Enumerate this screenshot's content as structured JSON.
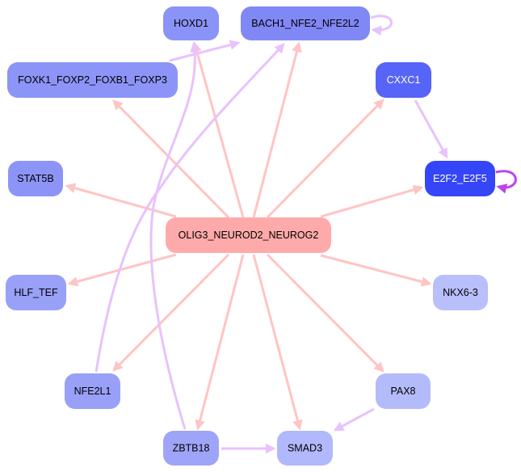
{
  "graph": {
    "type": "directed-network",
    "colors": {
      "edge_regulatory": "#ffc4c4",
      "edge_interaction": "#e8c2fc",
      "edge_self_strong": "#bb44ee",
      "hub_fill": "#ffaaaa"
    },
    "nodes": [
      {
        "id": "HOXD1",
        "label": "HOXD1",
        "fill": "#8a93f7",
        "text": "#000000"
      },
      {
        "id": "BACH1_NFE2_NFE2L2",
        "label": "BACH1_NFE2_NFE2L2",
        "fill": "#8088f6",
        "text": "#000000"
      },
      {
        "id": "FOXK1_FOXP2_FOXB1_FOXP3",
        "label": "FOXK1_FOXP2_FOXB1_FOXP3",
        "fill": "#8c95f7",
        "text": "#000000"
      },
      {
        "id": "CXXC1",
        "label": "CXXC1",
        "fill": "#5764f8",
        "text": "#ffffff"
      },
      {
        "id": "STAT5B",
        "label": "STAT5B",
        "fill": "#8c95f7",
        "text": "#000000"
      },
      {
        "id": "E2F2_E2F5",
        "label": "E2F2_E2F5",
        "fill": "#3545f8",
        "text": "#ffffff"
      },
      {
        "id": "OLIG3_NEUROD2_NEUROG2",
        "label": "OLIG3_NEUROD2_NEUROG2",
        "fill": "#ffaaaa",
        "text": "#000000"
      },
      {
        "id": "HLF_TEF",
        "label": "HLF_TEF",
        "fill": "#98a0f8",
        "text": "#000000"
      },
      {
        "id": "NKX6-3",
        "label": "NKX6-3",
        "fill": "#b8bffb",
        "text": "#000000"
      },
      {
        "id": "NFE2L1",
        "label": "NFE2L1",
        "fill": "#98a0f8",
        "text": "#000000"
      },
      {
        "id": "PAX8",
        "label": "PAX8",
        "fill": "#b4bbfb",
        "text": "#000000"
      },
      {
        "id": "ZBTB18",
        "label": "ZBTB18",
        "fill": "#9ea5f8",
        "text": "#000000"
      },
      {
        "id": "SMAD3",
        "label": "SMAD3",
        "fill": "#b1b8fb",
        "text": "#000000"
      }
    ],
    "edges": [
      {
        "from": "OLIG3_NEUROD2_NEUROG2",
        "to": "HOXD1",
        "kind": "regulatory"
      },
      {
        "from": "OLIG3_NEUROD2_NEUROG2",
        "to": "BACH1_NFE2_NFE2L2",
        "kind": "regulatory"
      },
      {
        "from": "OLIG3_NEUROD2_NEUROG2",
        "to": "FOXK1_FOXP2_FOXB1_FOXP3",
        "kind": "regulatory"
      },
      {
        "from": "OLIG3_NEUROD2_NEUROG2",
        "to": "CXXC1",
        "kind": "regulatory"
      },
      {
        "from": "OLIG3_NEUROD2_NEUROG2",
        "to": "STAT5B",
        "kind": "regulatory"
      },
      {
        "from": "OLIG3_NEUROD2_NEUROG2",
        "to": "E2F2_E2F5",
        "kind": "regulatory"
      },
      {
        "from": "OLIG3_NEUROD2_NEUROG2",
        "to": "HLF_TEF",
        "kind": "regulatory"
      },
      {
        "from": "OLIG3_NEUROD2_NEUROG2",
        "to": "NKX6-3",
        "kind": "regulatory"
      },
      {
        "from": "OLIG3_NEUROD2_NEUROG2",
        "to": "NFE2L1",
        "kind": "regulatory"
      },
      {
        "from": "OLIG3_NEUROD2_NEUROG2",
        "to": "PAX8",
        "kind": "regulatory"
      },
      {
        "from": "OLIG3_NEUROD2_NEUROG2",
        "to": "ZBTB18",
        "kind": "regulatory"
      },
      {
        "from": "OLIG3_NEUROD2_NEUROG2",
        "to": "SMAD3",
        "kind": "regulatory"
      },
      {
        "from": "FOXK1_FOXP2_FOXB1_FOXP3",
        "to": "BACH1_NFE2_NFE2L2",
        "kind": "interaction"
      },
      {
        "from": "NFE2L1",
        "to": "BACH1_NFE2_NFE2L2",
        "kind": "interaction"
      },
      {
        "from": "ZBTB18",
        "to": "HOXD1",
        "kind": "interaction"
      },
      {
        "from": "CXXC1",
        "to": "E2F2_E2F5",
        "kind": "interaction"
      },
      {
        "from": "PAX8",
        "to": "SMAD3",
        "kind": "interaction"
      },
      {
        "from": "ZBTB18",
        "to": "SMAD3",
        "kind": "interaction"
      },
      {
        "from": "BACH1_NFE2_NFE2L2",
        "to": "BACH1_NFE2_NFE2L2",
        "kind": "self-interaction"
      },
      {
        "from": "E2F2_E2F5",
        "to": "E2F2_E2F5",
        "kind": "self-strong"
      }
    ]
  }
}
